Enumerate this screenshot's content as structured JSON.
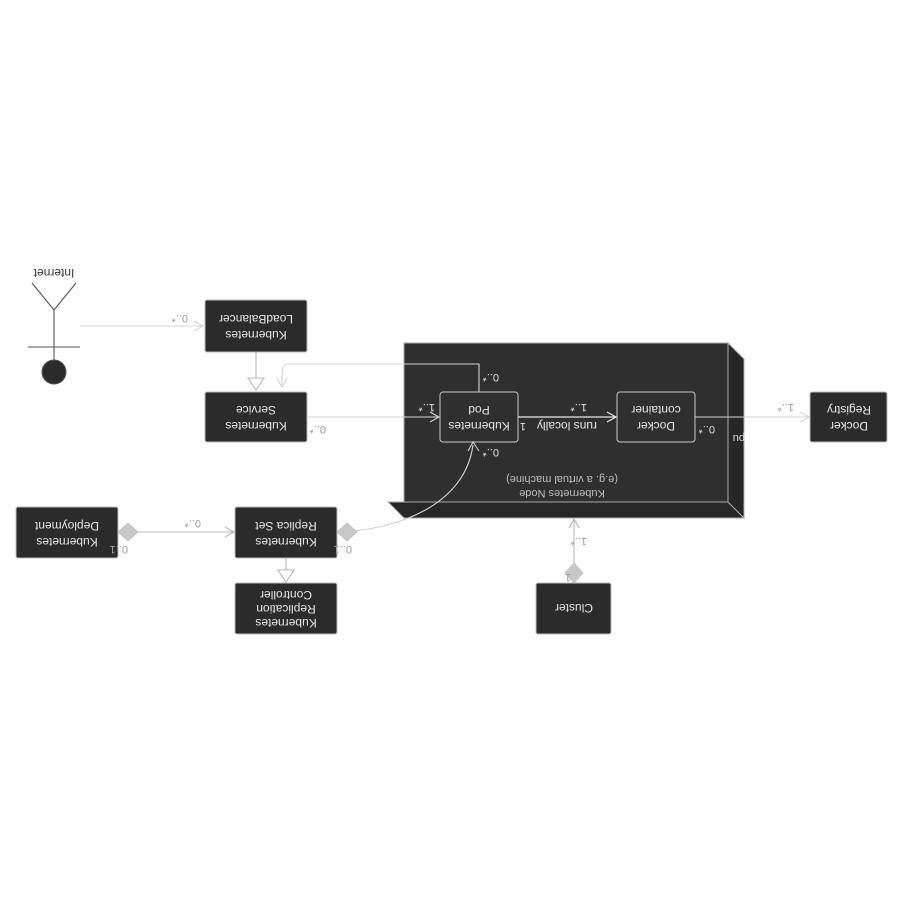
{
  "nodes": {
    "internet": "Internet",
    "load_balancer": [
      "Kubernetes",
      "LoadBalancer"
    ],
    "service": [
      "Kubernetes",
      "Service"
    ],
    "pod": [
      "Kubernetes",
      "Pod"
    ],
    "docker_container": [
      "Docker",
      "container"
    ],
    "docker_registry": [
      "Docker",
      "Registry"
    ],
    "deployment": [
      "Kubernetes",
      "Deployment"
    ],
    "replica_set": [
      "Kubernetes",
      "Replica Set"
    ],
    "replication_controller": [
      "Kubernetes",
      "Replication",
      "Controller"
    ],
    "cluster": "Cluster",
    "kubernetes_node": "Kubernetes Node",
    "kubernetes_node_note": "(e.g. a virtual machine)"
  },
  "edges": {
    "runs_locally": "runs locally",
    "pu_fragment": "pu"
  },
  "multiplicities": {
    "internet_lb": "0..*",
    "service_pod_src": "0..*",
    "service_pod_dst": "1..*",
    "pod_loop_top": "0..*",
    "pod_loop_bottom": "0..*",
    "pod_runs": "1",
    "container_runs": "1..*",
    "container_registry_src": "0..*",
    "container_registry_dst": "1..*",
    "deploy_src": "0..1",
    "deploy_dst": "0..*",
    "replicaset_src": "0..1",
    "replicaset_pod": "0..*",
    "cluster_src": "1",
    "cluster_node": "1..*"
  }
}
